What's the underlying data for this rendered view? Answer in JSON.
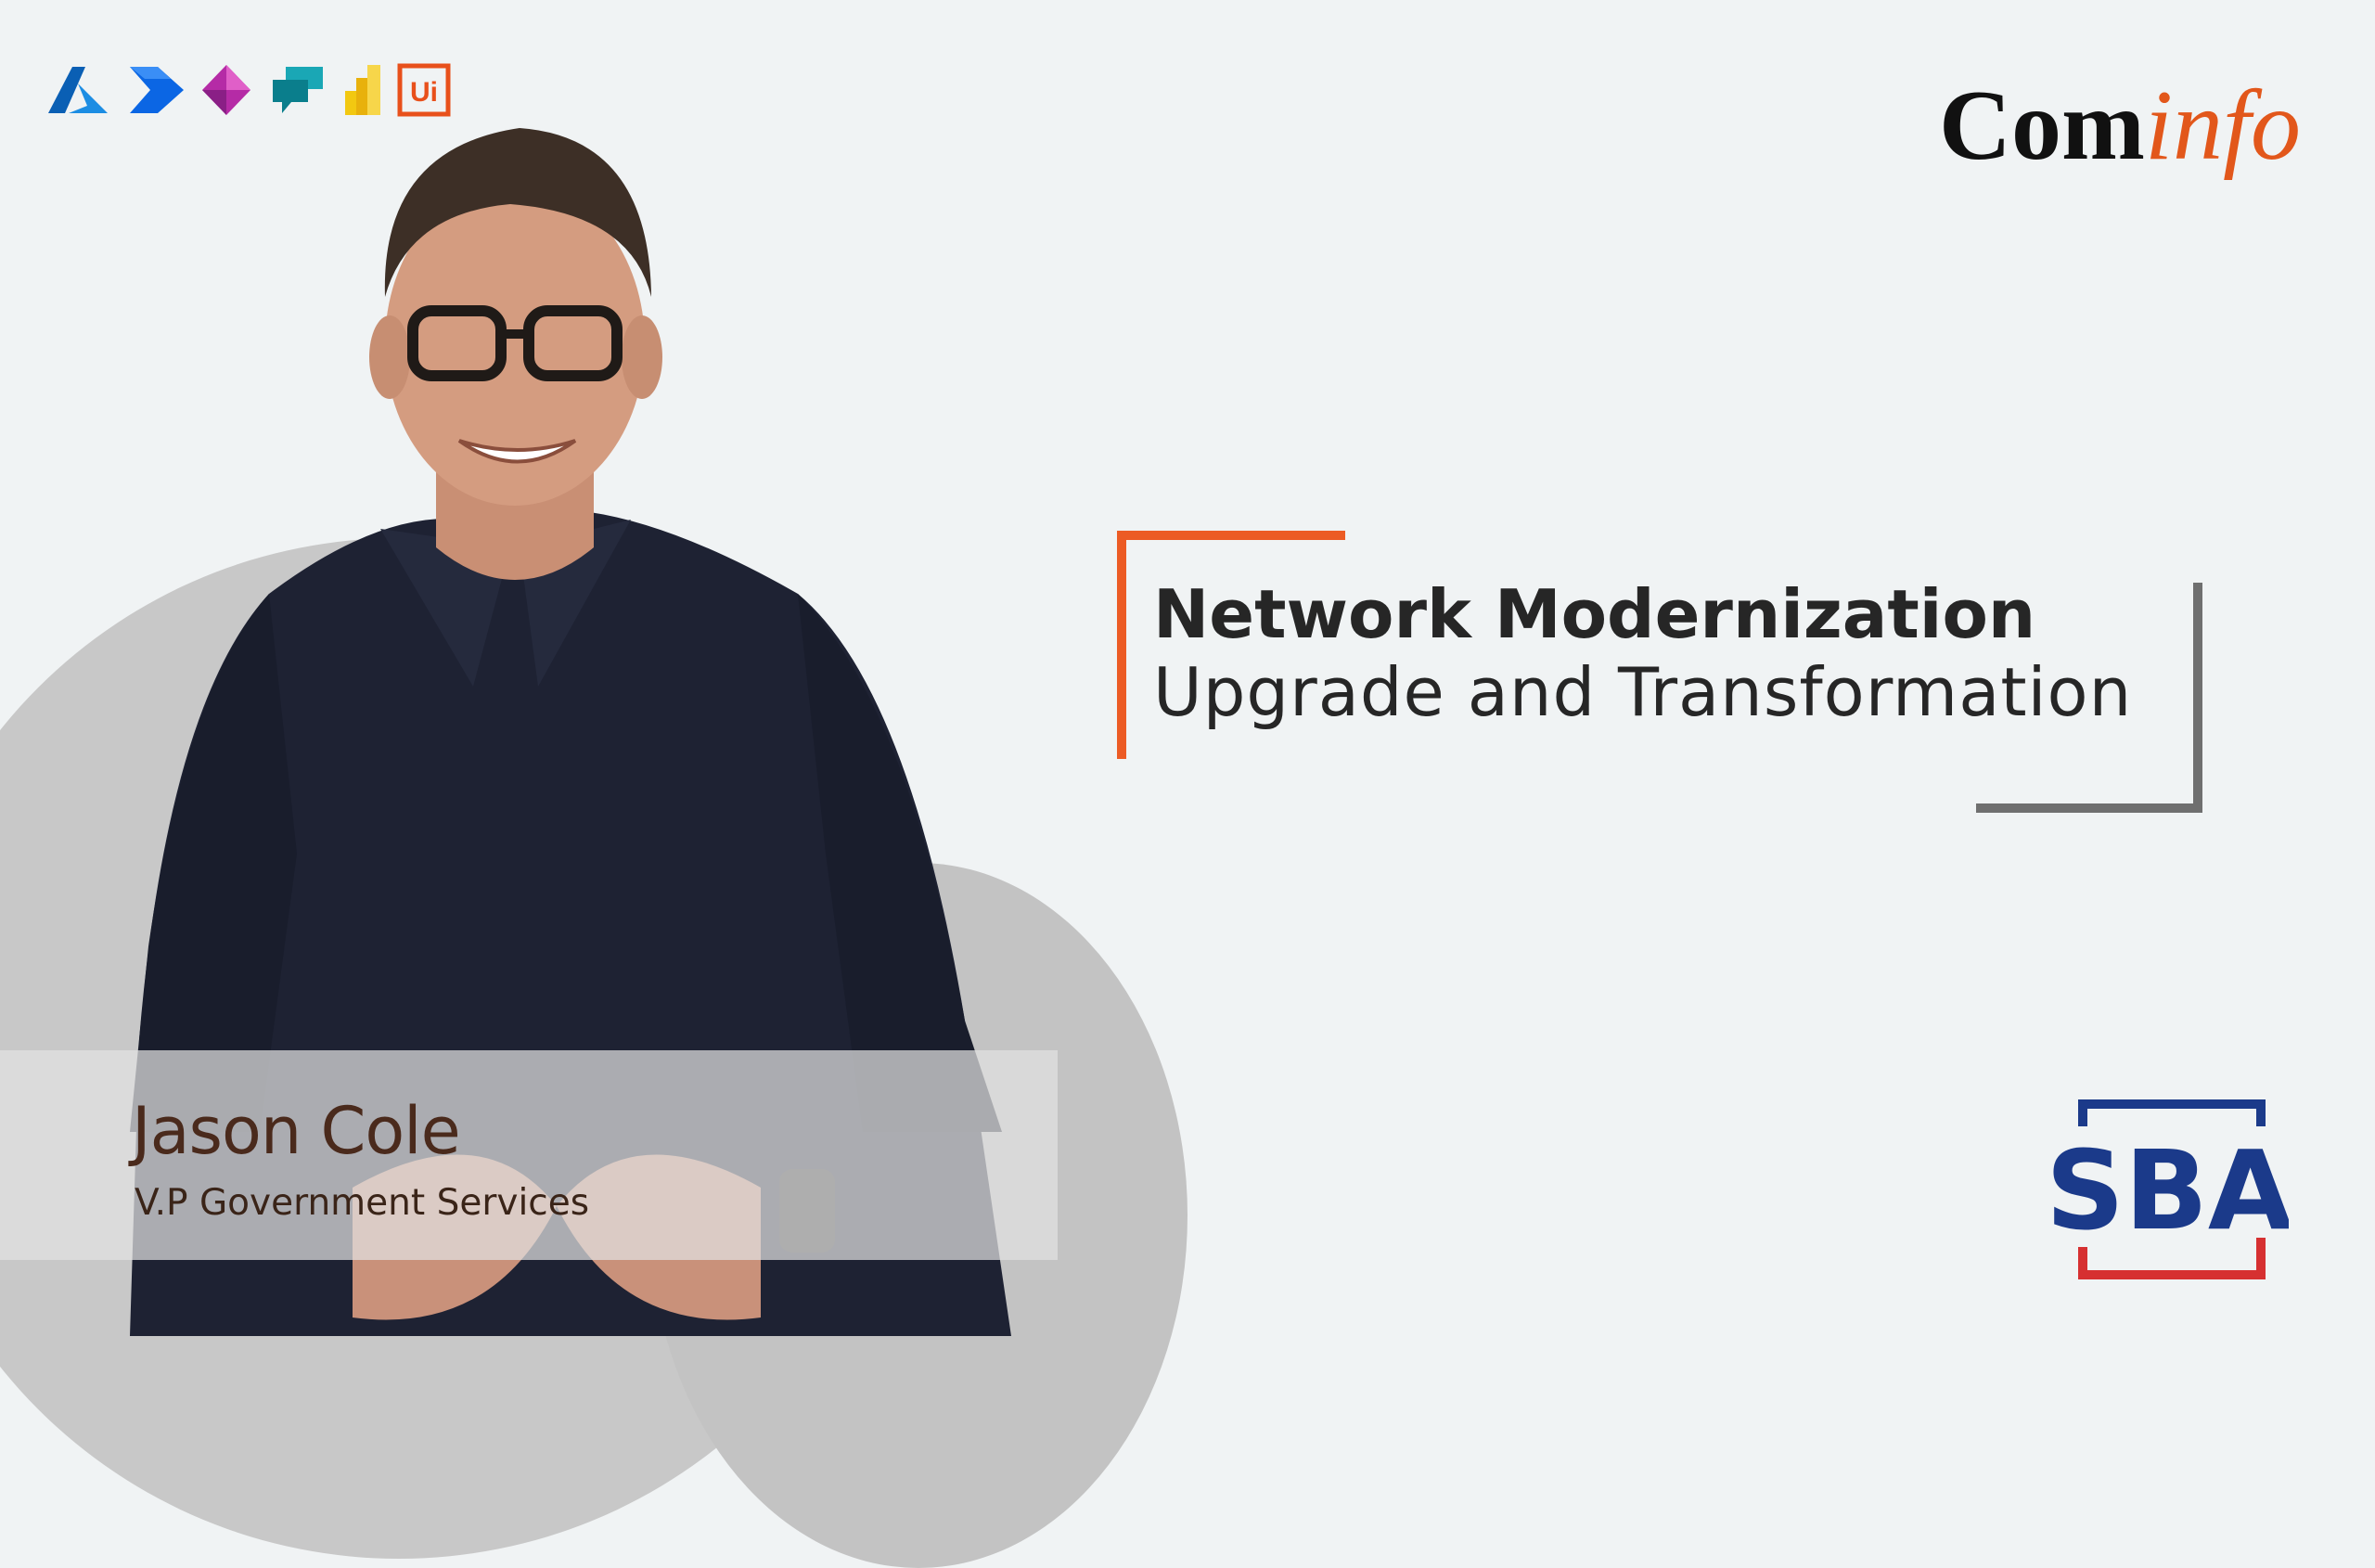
{
  "speaker": {
    "name": "Jason Cole",
    "role": "V.P Government Services"
  },
  "title": {
    "main": "Network Modernization",
    "sub": "Upgrade and Transformation"
  },
  "brand": {
    "part1": "Com",
    "part2": "info",
    "accent_color": "#e2571b"
  },
  "sponsor_logo": {
    "text": "SBA",
    "colors": [
      "#1b3a8a",
      "#d63031"
    ]
  },
  "product_icons": [
    "azure-icon",
    "power-automate-icon",
    "power-apps-icon",
    "power-virtual-agents-icon",
    "power-bi-icon",
    "uipath-icon"
  ],
  "colors": {
    "accent": "#ec5b24",
    "frame_gray": "#6f6f6f",
    "background": "#f0f3f4"
  }
}
